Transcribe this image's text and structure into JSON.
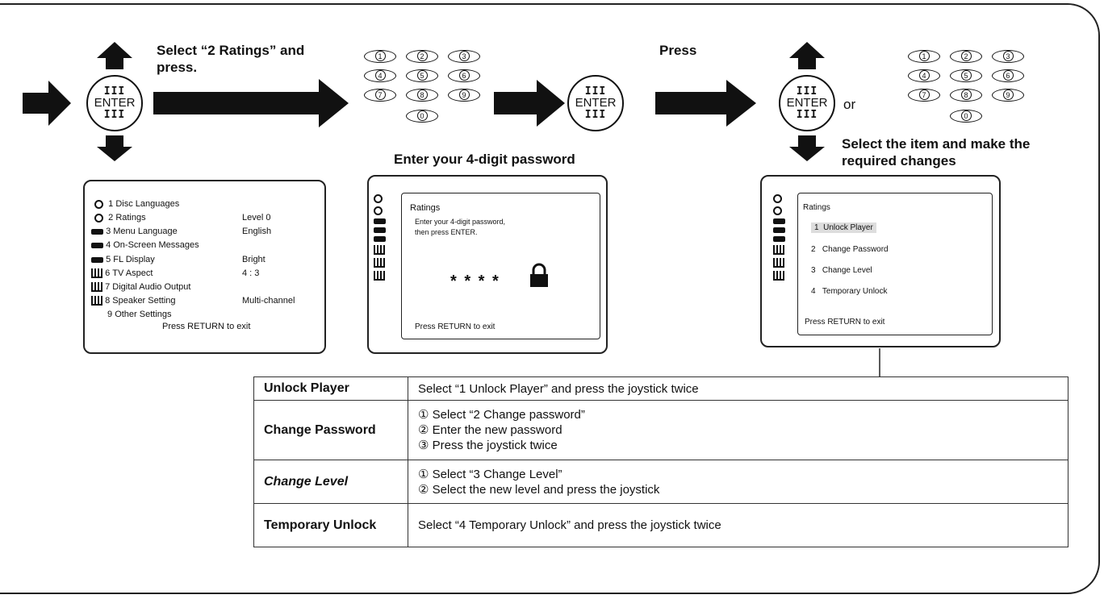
{
  "step1": {
    "caption_line1": "Select “2 Ratings” and",
    "caption_line2": "press."
  },
  "step2": {
    "caption": "Enter your 4-digit password"
  },
  "step3": {
    "caption": "Press"
  },
  "step4": {
    "or": "or",
    "caption_line1": "Select the item and make the",
    "caption_line2": "required changes"
  },
  "enter_button": {
    "label": "ENTER",
    "bars": "III"
  },
  "keypad": {
    "keys": [
      "1",
      "2",
      "3",
      "4",
      "5",
      "6",
      "7",
      "8",
      "9",
      "0"
    ]
  },
  "menu_screen": {
    "items": [
      {
        "num": "1",
        "label": "Disc Languages",
        "value": "",
        "icon": "circle-icon"
      },
      {
        "num": "2",
        "label": "Ratings",
        "value": "Level  0",
        "icon": "circle-icon"
      },
      {
        "num": "3",
        "label": "Menu Language",
        "value": "English",
        "icon": "battery-icon"
      },
      {
        "num": "4",
        "label": "On-Screen Messages",
        "value": "",
        "icon": "battery-icon"
      },
      {
        "num": "5",
        "label": "FL Display",
        "value": "Bright",
        "icon": "battery-icon"
      },
      {
        "num": "6",
        "label": "TV Aspect",
        "value": "4 : 3",
        "icon": "speaker-icon"
      },
      {
        "num": "7",
        "label": "Digital Audio Output",
        "value": "",
        "icon": "speaker-icon"
      },
      {
        "num": "8",
        "label": "Speaker Setting",
        "value": "Multi-channel",
        "icon": "speaker-icon"
      },
      {
        "num": "9",
        "label": "Other Settings",
        "value": "",
        "icon": ""
      }
    ],
    "footer": "Press RETURN to exit"
  },
  "password_screen": {
    "title": "Ratings",
    "line1": "Enter your 4-digit password,",
    "line2": "then press ENTER.",
    "mask": "* * * *",
    "footer": "Press RETURN to exit"
  },
  "ratings_screen": {
    "title": "Ratings",
    "items": [
      {
        "num": "1",
        "label": "Unlock Player"
      },
      {
        "num": "2",
        "label": "Change Password"
      },
      {
        "num": "3",
        "label": "Change Level"
      },
      {
        "num": "4",
        "label": "Temporary Unlock"
      }
    ],
    "footer": "Press RETURN to exit"
  },
  "table": {
    "rows": [
      {
        "head": "Unlock Player",
        "lines": [
          "Select “1 Unlock Player” and press the joystick twice"
        ]
      },
      {
        "head": "Change Password",
        "lines": [
          "① Select “2 Change password”",
          "② Enter the new password",
          "③ Press the joystick twice"
        ]
      },
      {
        "head": "Change Level",
        "lines": [
          "① Select “3 Change Level”",
          "② Select the new level and press the joystick"
        ]
      },
      {
        "head": "Temporary Unlock",
        "lines": [
          "Select “4 Temporary Unlock” and press the joystick twice"
        ]
      }
    ]
  }
}
